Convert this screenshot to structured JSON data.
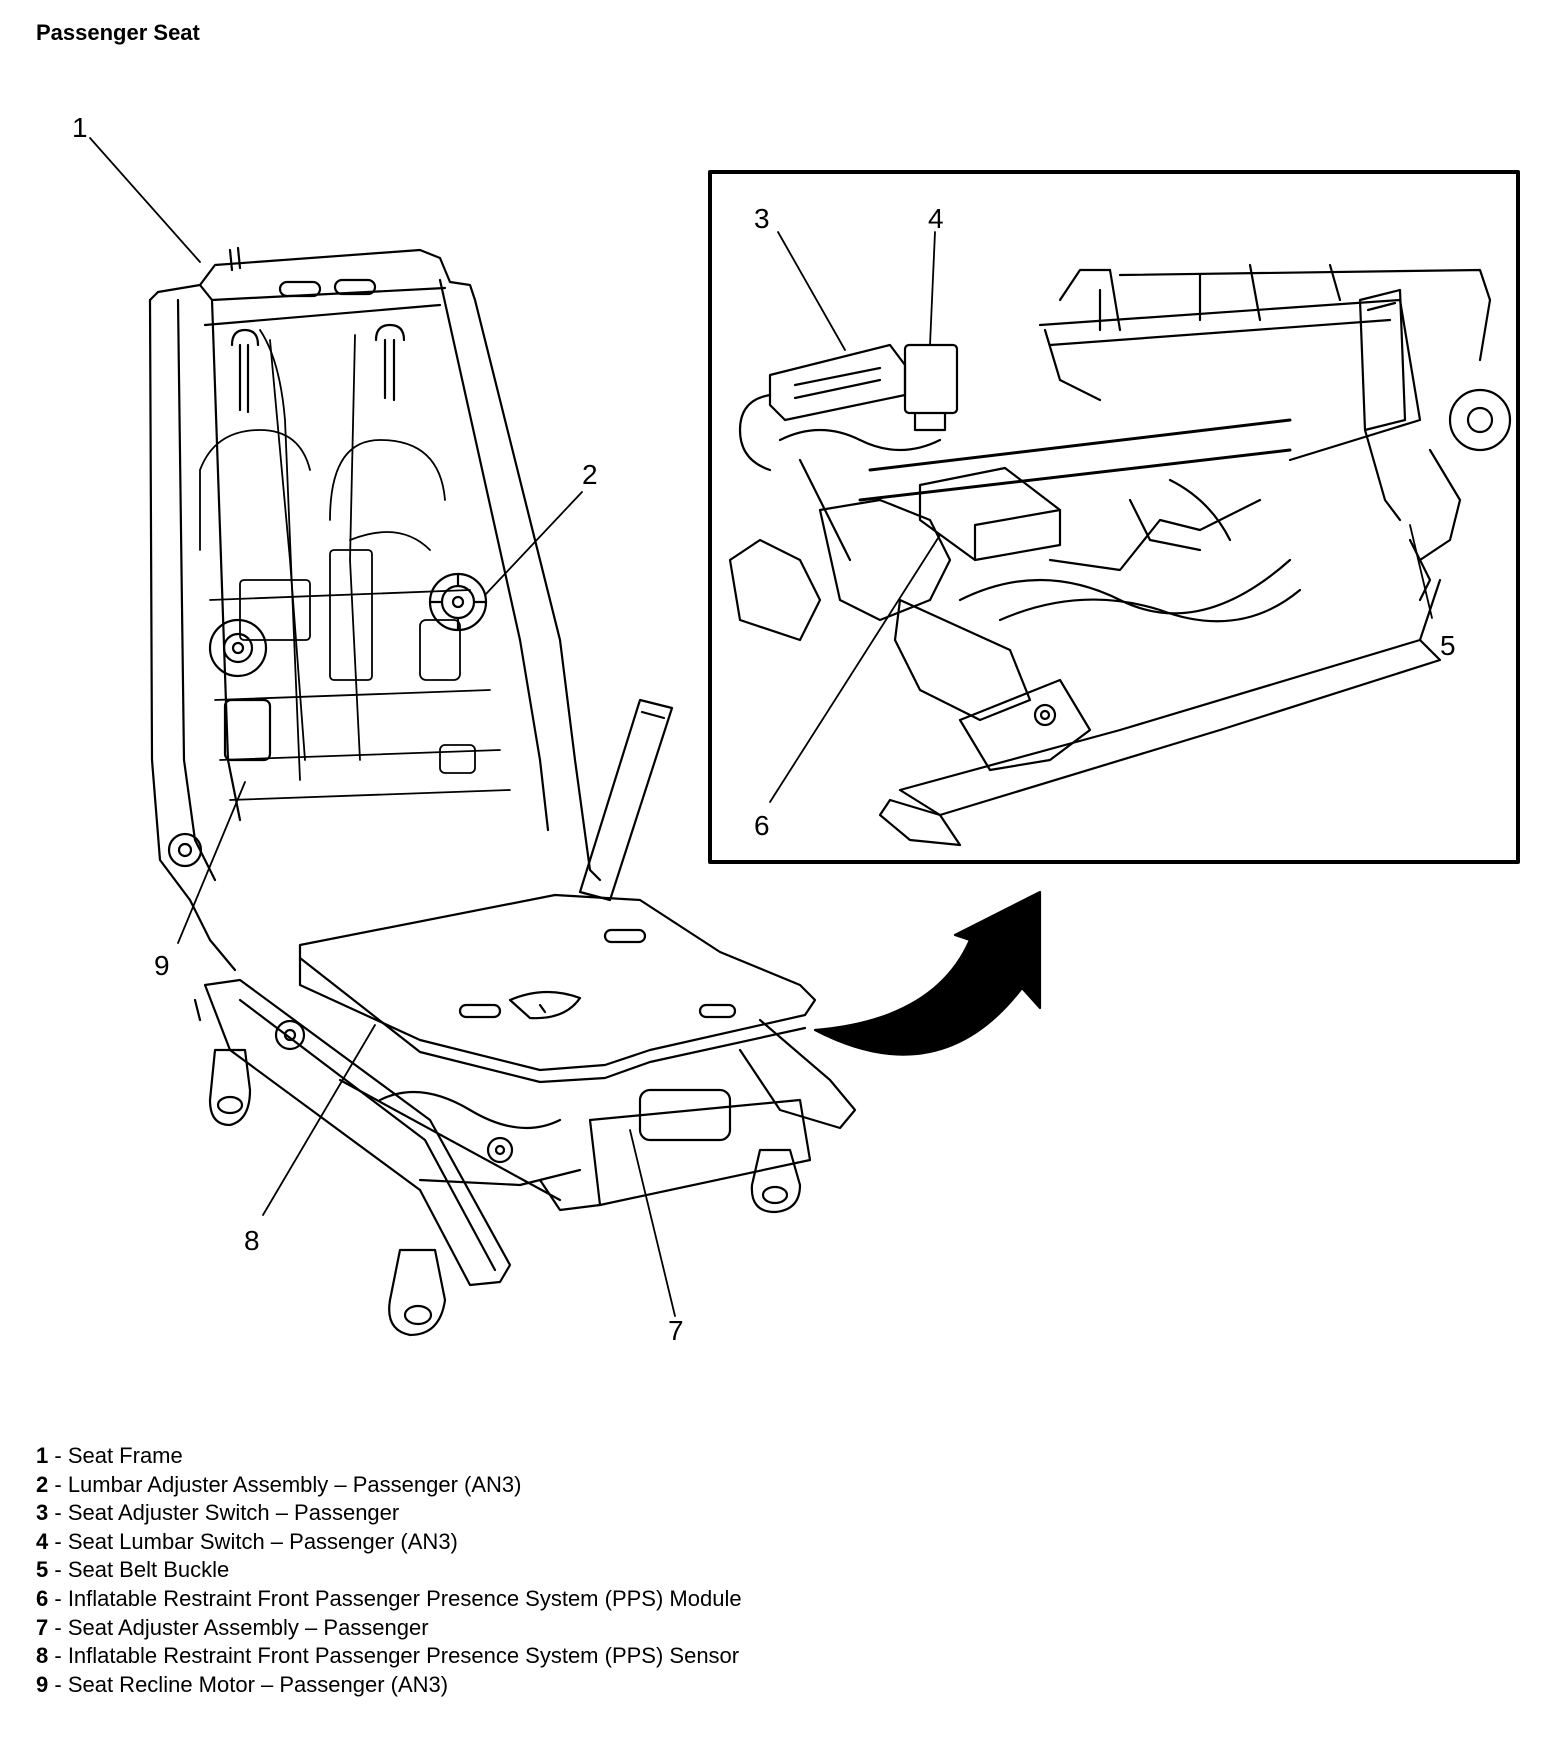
{
  "title": "Passenger Seat",
  "callouts": [
    {
      "num": "1",
      "name": "Seat Frame"
    },
    {
      "num": "2",
      "name": "Lumbar Adjuster Assembly – Passenger (AN3)"
    },
    {
      "num": "3",
      "name": "Seat Adjuster Switch – Passenger"
    },
    {
      "num": "4",
      "name": "Seat Lumbar Switch – Passenger (AN3)"
    },
    {
      "num": "5",
      "name": "Seat Belt Buckle"
    },
    {
      "num": "6",
      "name": "Inflatable Restraint Front Passenger Presence System (PPS) Module"
    },
    {
      "num": "7",
      "name": "Seat Adjuster Assembly – Passenger"
    },
    {
      "num": "8",
      "name": "Inflatable Restraint Front Passenger Presence System (PPS) Sensor"
    },
    {
      "num": "9",
      "name": "Seat Recline Motor – Passenger (AN3)"
    }
  ],
  "legend_separator": " - "
}
